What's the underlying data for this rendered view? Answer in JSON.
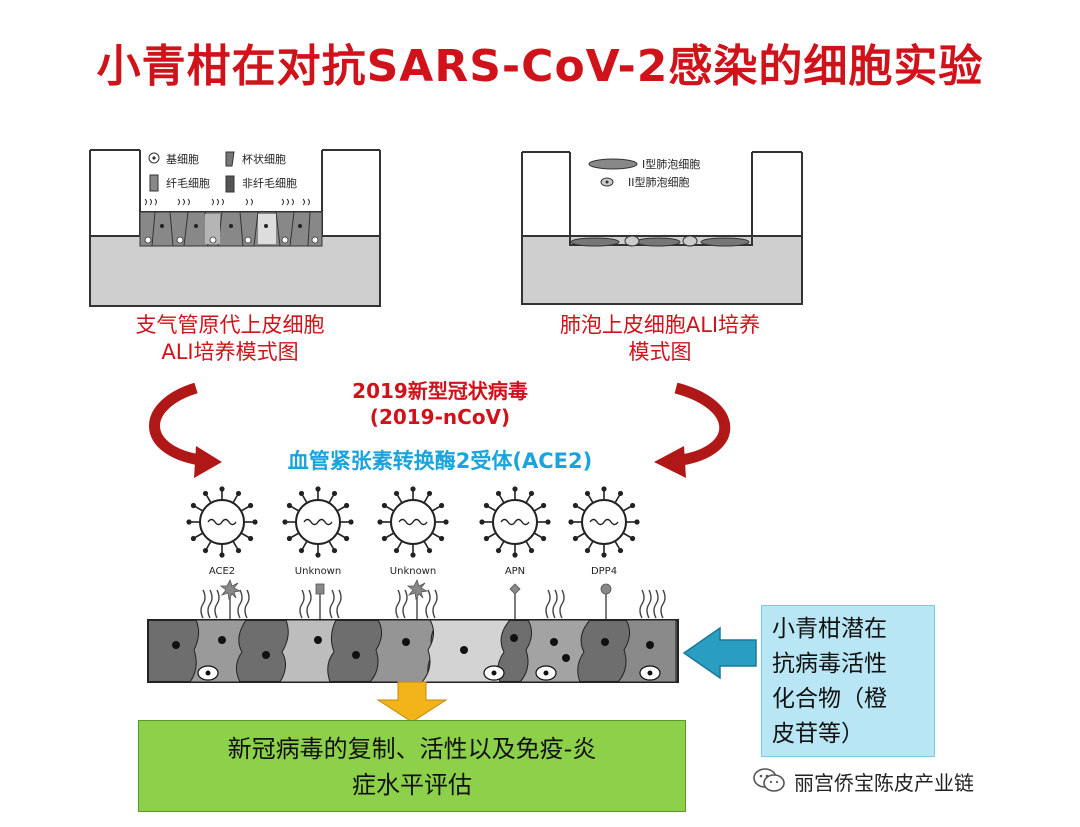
{
  "title": "小青柑在对抗SARS-CoV-2感染的细胞实验",
  "left_model": {
    "legend": [
      "基细胞",
      "杯状细胞",
      "纤毛细胞",
      "非纤毛细胞"
    ],
    "caption_line1": "支气管原代上皮细胞",
    "caption_line2": "ALI培养模式图"
  },
  "right_model": {
    "legend": [
      "I型肺泡细胞",
      "II型肺泡细胞"
    ],
    "caption_line1": "肺泡上皮细胞ALI培养",
    "caption_line2": "模式图"
  },
  "virus_name": "2019新型冠状病毒",
  "virus_abbr": "(2019-nCoV)",
  "receptor_text": "血管紧张素转换酶2受体(ACE2)",
  "virus_labels": [
    "ACE2",
    "Unknown",
    "Unknown",
    "APN",
    "DPP4"
  ],
  "compound_box": {
    "lines": [
      "小青柑潜在",
      "抗病毒活性",
      "化合物（橙",
      "皮苷等）"
    ]
  },
  "result_box": {
    "line1": "新冠病毒的复制、活性以及免疫-炎",
    "line2": "症水平评估"
  },
  "watermark": {
    "text": "丽宫侨宝陈皮产业链",
    "icon": "wechat-icon"
  },
  "colors": {
    "title": "#d0121b",
    "caption": "#d0121b",
    "receptor": "#1aa3dd",
    "curved_arrow": "#b01818",
    "compound_box_bg": "#b9e6f5",
    "result_box_bg": "#8dd04a",
    "down_arrow": "#f3b41a",
    "left_arrow": "#2a9ec2"
  }
}
